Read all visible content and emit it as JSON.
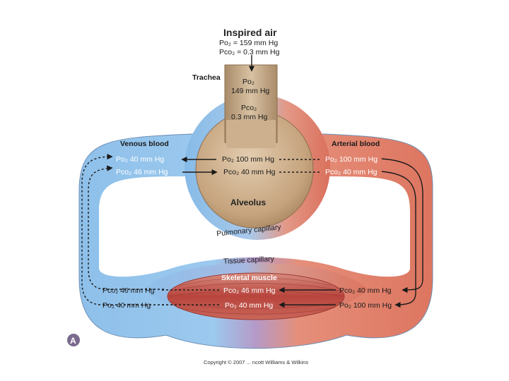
{
  "inspired": {
    "title": "Inspired air",
    "po2": "Po₂ = 159 mm Hg",
    "pco2": "Pco₂ = 0.3 mm Hg"
  },
  "trachea": {
    "label": "Trachea",
    "po2_label": "Po₂",
    "po2_value": "149 mm Hg",
    "pco2_label": "Pco₂",
    "pco2_value": "0.3 mm Hg"
  },
  "alveolus": {
    "label": "Alveolus",
    "po2": "Po₂ 100 mm Hg",
    "pco2": "Pco₂ 40 mm Hg"
  },
  "venous": {
    "title": "Venous blood",
    "po2": "Po₂ 40 mm Hg",
    "pco2": "Pco₂ 46 mm Hg"
  },
  "arterial": {
    "title": "Arterial blood",
    "po2": "Po₂ 100 mm Hg",
    "pco2": "Pco₂ 40 mm Hg"
  },
  "pulmonary_capillary": "Pulmonary capillary",
  "tissue_capillary": "Tissue capillary",
  "muscle": {
    "title": "Skeletal muscle",
    "pco2": "Pco₂ 46 mm Hg",
    "po2": "Po₂ 40 mm Hg"
  },
  "tissue_left": {
    "pco2": "Pco₂ 46 mm Hg",
    "po2": "Po₂ 40 mm Hg"
  },
  "tissue_right": {
    "pco2": "Pco₂ 40 mm Hg",
    "po2": "Po₂ 100 mm Hg"
  },
  "panel_letter": "A",
  "copyright": "Copyright © 2007 ... ncott Williams & Wilkins",
  "colors": {
    "venous": "#8fc1ea",
    "arterial": "#e07a63",
    "alveolus": "#c9ab86",
    "muscle": "#b9463e",
    "panel_badge": "#7a6a8e"
  }
}
